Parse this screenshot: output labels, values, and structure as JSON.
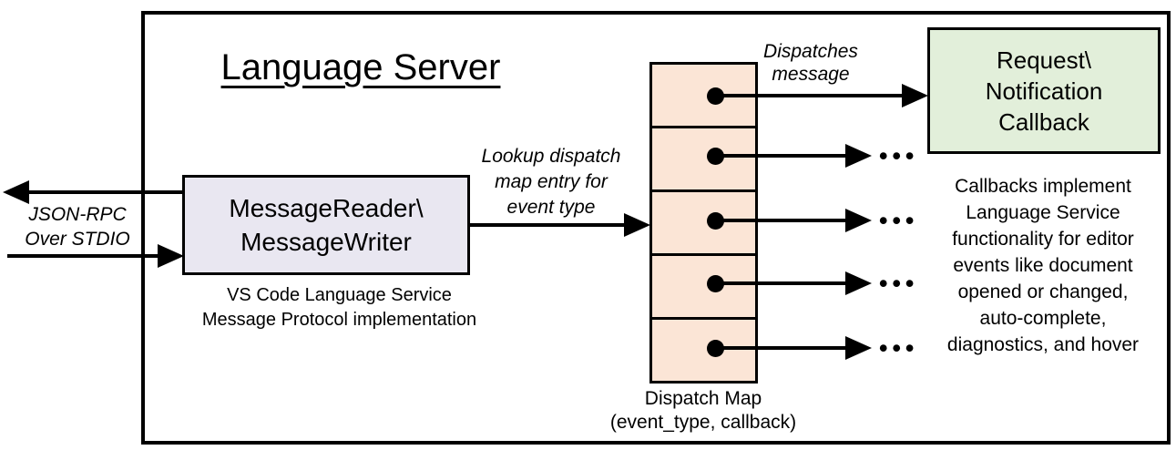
{
  "colors": {
    "reader_box_fill": "#e9e7f1",
    "dispatch_cell_fill": "#fbe5d6",
    "callback_box_fill": "#e2efda",
    "line_color": "#000000"
  },
  "diagram": {
    "title": "Language Server",
    "stdio_label": {
      "line1": "JSON-RPC",
      "line2": "Over STDIO"
    },
    "reader_box": {
      "line1": "MessageReader\\",
      "line2": "MessageWriter"
    },
    "reader_caption": {
      "line1": "VS Code Language Service",
      "line2": "Message Protocol implementation"
    },
    "lookup_label": {
      "line1": "Lookup dispatch",
      "line2": "map entry for",
      "line3": "event type"
    },
    "dispatches_label": {
      "line1": "Dispatches",
      "line2": "message"
    },
    "callback_box": {
      "line1": "Request\\",
      "line2": "Notification",
      "line3": "Callback"
    },
    "callback_caption": {
      "line1": "Callbacks implement",
      "line2": "Language Service",
      "line3": "functionality for editor",
      "line4": "events like document",
      "line5": "opened or changed,",
      "line6": "auto-complete,",
      "line7": "diagnostics, and hover"
    },
    "dispatch_map_caption": {
      "line1": "Dispatch Map",
      "line2": "(event_type, callback)"
    },
    "ellipsis": "•••",
    "dispatch_map": {
      "cell_count": 5
    }
  }
}
